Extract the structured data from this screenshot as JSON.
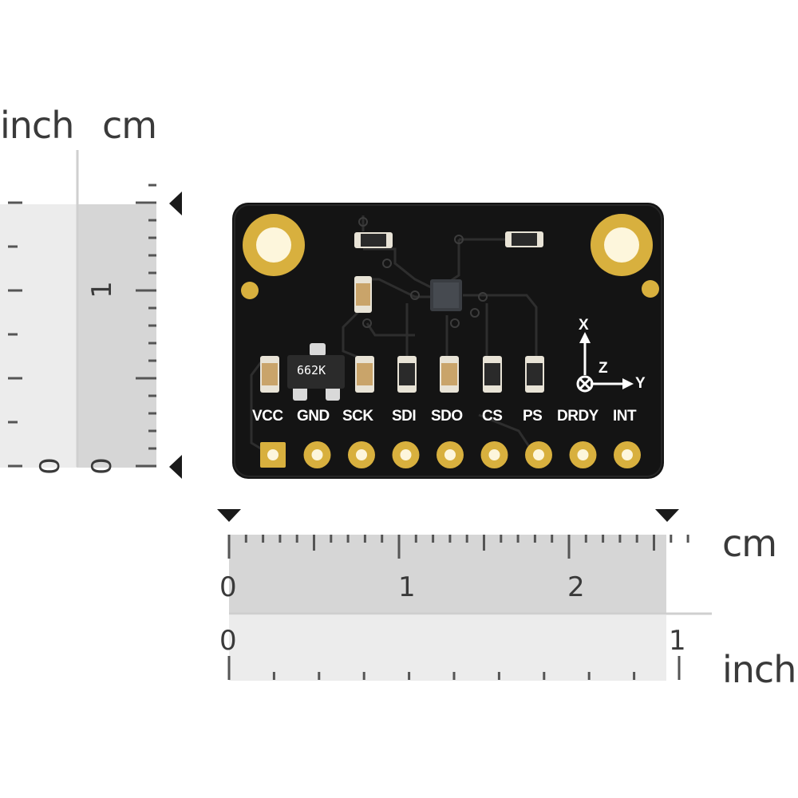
{
  "left_ruler": {
    "unit_left": "inch",
    "unit_right": "cm",
    "inch_zero": "0",
    "cm_zero": "0",
    "cm_one": "1"
  },
  "bottom_ruler": {
    "cm_unit": "cm",
    "inch_unit": "inch",
    "cm_labels": [
      "0",
      "1",
      "2"
    ],
    "inch_labels": [
      "0",
      "1"
    ]
  },
  "board": {
    "pin_labels": [
      "VCC",
      "GND",
      "SCK",
      "SDI",
      "SDO",
      "CS",
      "PS",
      "DRDY",
      "INT"
    ],
    "ic_marking": "662K",
    "axis": {
      "x": "X",
      "y": "Y",
      "z": "Z"
    }
  },
  "colors": {
    "pcb": "#141414",
    "gold": "#d8b03e",
    "ruler_light": "#ececec",
    "ruler_dark": "#d6d6d6",
    "tick": "#555555",
    "marker": "#1a1a1a"
  }
}
